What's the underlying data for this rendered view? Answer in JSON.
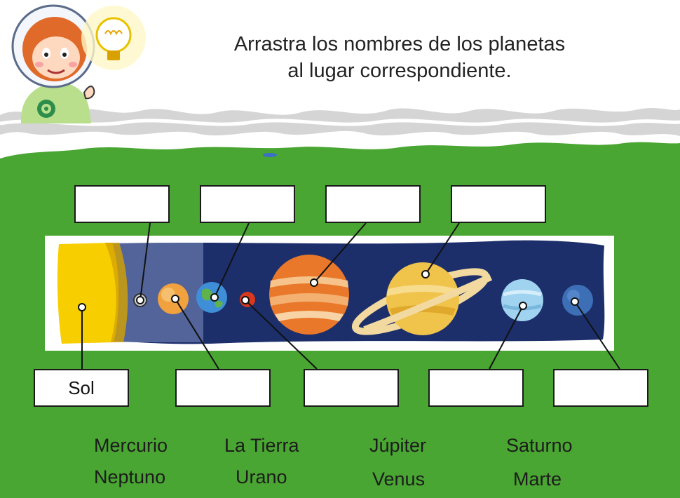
{
  "instructions": {
    "line1": "Arrastra los nombres de los planetas",
    "line2": "al lugar correspondiente."
  },
  "answer_slots": [
    {
      "id": "slot-sun",
      "label": "Sol"
    },
    {
      "id": "slot-mercury",
      "label": ""
    },
    {
      "id": "slot-venus",
      "label": ""
    },
    {
      "id": "slot-earth",
      "label": ""
    },
    {
      "id": "slot-mars",
      "label": ""
    },
    {
      "id": "slot-jupiter",
      "label": ""
    },
    {
      "id": "slot-saturn",
      "label": ""
    },
    {
      "id": "slot-uranus",
      "label": ""
    },
    {
      "id": "slot-neptune",
      "label": ""
    }
  ],
  "word_bank": [
    "Mercurio",
    "La Tierra",
    "Júpiter",
    "Saturno",
    "Neptuno",
    "Urano",
    "Venus",
    "Marte"
  ],
  "colors": {
    "grass": "#4aa632",
    "space": "#1c2f6b",
    "sun": "#f7cf00",
    "cloud": "#d9d9d9"
  }
}
